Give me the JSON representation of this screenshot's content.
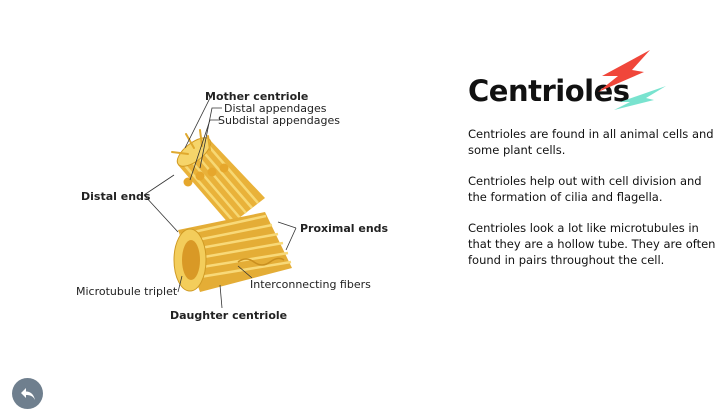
{
  "slide": {
    "title": "Centrioles",
    "paragraphs": [
      "Centrioles are found in all animal cells and some plant cells.",
      "Centrioles help out with cell division and the formation of cilia and flagella.",
      "Centrioles look a lot like microtubules in that they are a hollow tube. They are often found in pairs throughout the cell."
    ]
  },
  "diagram": {
    "labels": {
      "mother_centriole": "Mother centriole",
      "distal_appendages": "Distal appendages",
      "subdistal_appendages": "Subdistal appendages",
      "distal_ends": "Distal ends",
      "proximal_ends": "Proximal ends",
      "interconnecting_fibers": "Interconnecting fibers",
      "microtubule_triplet": "Microtubule triplet",
      "daughter_centriole": "Daughter centriole"
    }
  },
  "colors": {
    "accent_red": "#f0463a",
    "accent_teal": "#79e3cf",
    "tube_yellow": "#f2c54b",
    "back_button": "#6f7f8e"
  },
  "icons": {
    "back": "back-arrow-icon",
    "decoration": "lightning-bolt-icon"
  }
}
